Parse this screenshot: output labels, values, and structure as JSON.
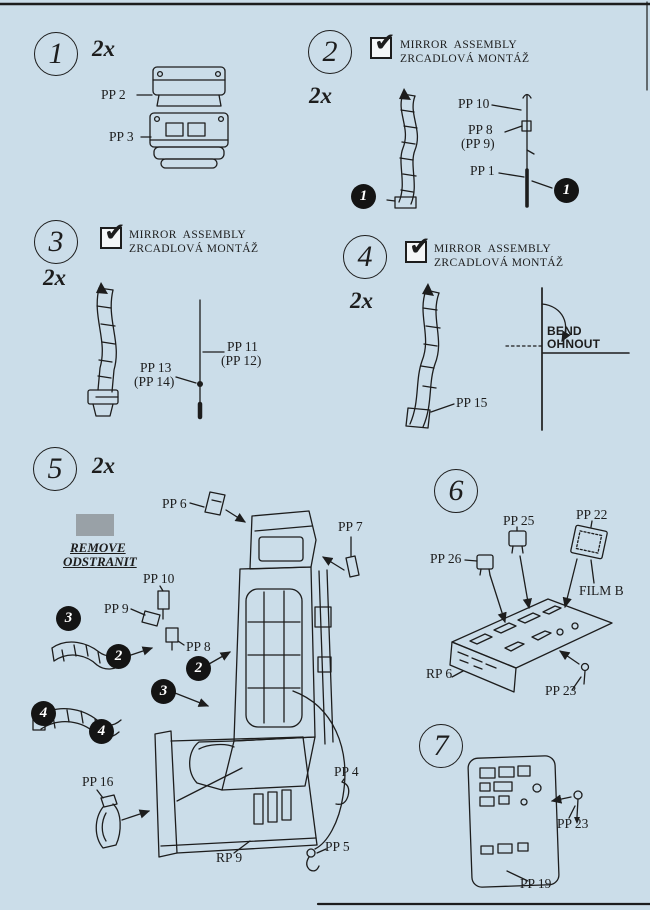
{
  "palette": {
    "paper": "#cbdde9",
    "ink": "#1d1d1d",
    "gray_patch": "#99a1a7"
  },
  "icons": {
    "checkmark": "✔"
  },
  "step1": {
    "number": "1",
    "quantity": "2x",
    "label_pp2": "PP 2",
    "label_pp3": "PP 3"
  },
  "step2": {
    "number": "2",
    "quantity": "2x",
    "mirror_line1": "MIRROR  ASSEMBLY",
    "mirror_line2": "ZRCADLOVÁ MONTÁŽ",
    "label_pp10": "PP 10",
    "label_pp8": "PP 8",
    "label_pp9": "(PP 9)",
    "label_pp1": "PP 1",
    "marker_strap": "1",
    "marker_pin": "1"
  },
  "step3": {
    "number": "3",
    "quantity": "2x",
    "mirror_line1": "MIRROR  ASSEMBLY",
    "mirror_line2": "ZRCADLOVÁ MONTÁŽ",
    "label_pp11": "PP 11",
    "label_pp12": "(PP 12)",
    "label_pp13": "PP 13",
    "label_pp14": "(PP 14)"
  },
  "step4": {
    "number": "4",
    "quantity": "2x",
    "mirror_line1": "MIRROR  ASSEMBLY",
    "mirror_line2": "ZRCADLOVÁ MONTÁŽ",
    "label_pp15": "PP 15",
    "bend_line1": "BEND",
    "bend_line2": "OHNOUT"
  },
  "step5": {
    "number": "5",
    "quantity": "2x",
    "remove_line1": "REMOVE",
    "remove_line2": "ODSTRANIT",
    "label_pp6": "PP 6",
    "label_pp7": "PP 7",
    "label_pp10": "PP 10",
    "label_pp9": "PP 9",
    "label_pp8": "PP 8",
    "label_pp16": "PP 16",
    "label_rp9": "RP 9",
    "label_pp4": "PP 4",
    "label_pp5": "PP 5",
    "marker_3_left": "3",
    "marker_2_left": "2",
    "marker_2_right": "2",
    "marker_3_right": "3",
    "marker_4_left": "4",
    "marker_4_right": "4"
  },
  "step6": {
    "number": "6",
    "label_pp25": "PP 25",
    "label_pp26": "PP 26",
    "label_pp22": "PP 22",
    "label_filmb": "FILM B",
    "label_rp6": "RP 6",
    "label_pp23": "PP 23"
  },
  "step7": {
    "number": "7",
    "label_pp23": "PP 23",
    "label_pp19": "PP 19"
  }
}
